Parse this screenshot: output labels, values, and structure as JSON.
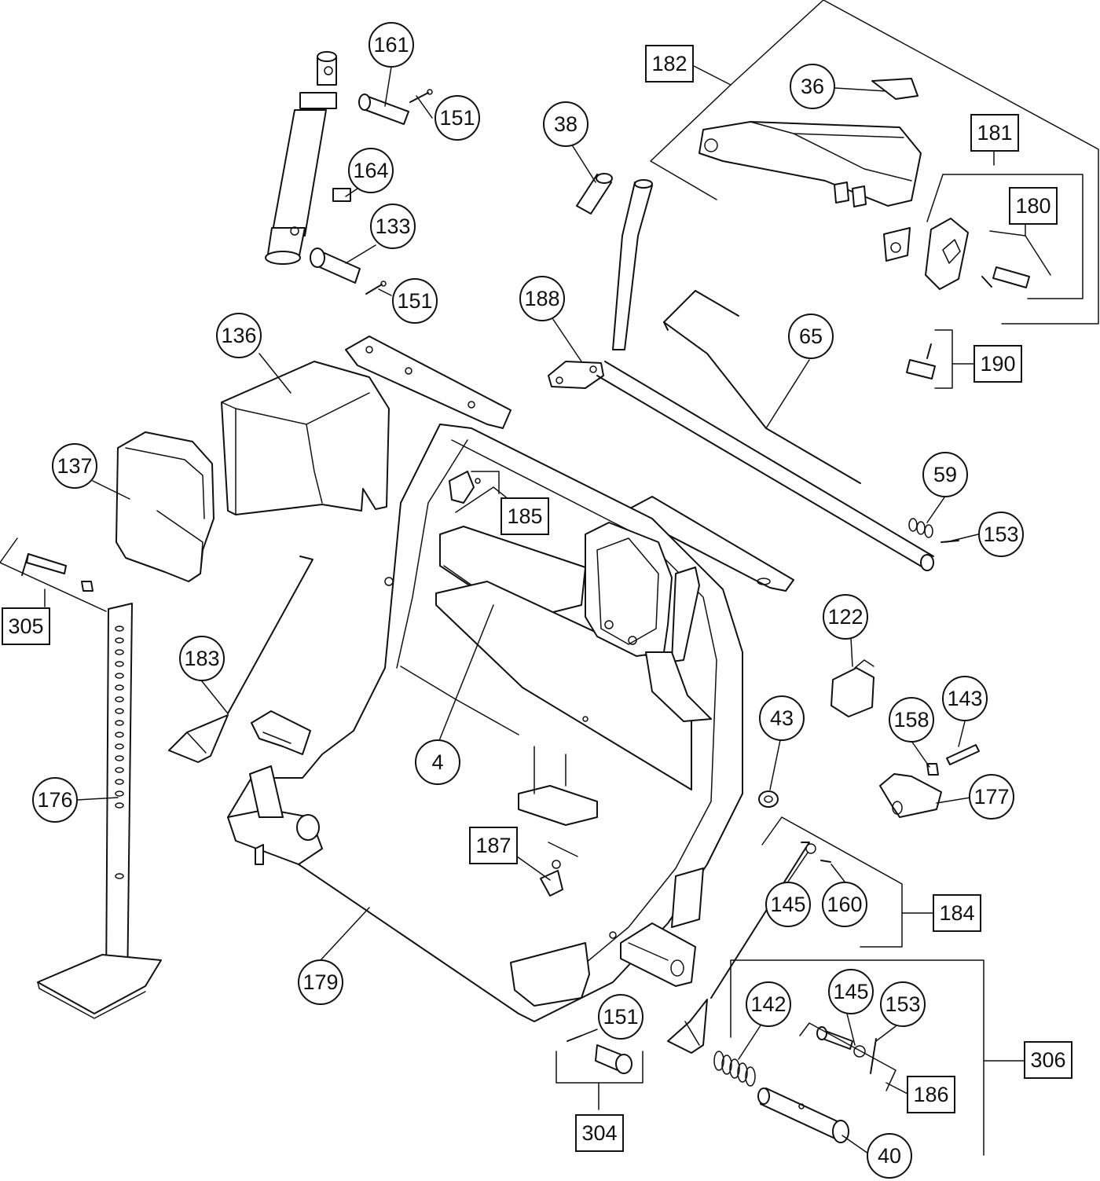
{
  "callouts": {
    "c161": "161",
    "c151a": "151",
    "c164": "164",
    "c133": "133",
    "c151b": "151",
    "c38": "38",
    "c182": "182",
    "c36": "36",
    "c181": "181",
    "c180": "180",
    "c190": "190",
    "c188": "188",
    "c65": "65",
    "c136": "136",
    "c137": "137",
    "c305": "305",
    "c185": "185",
    "c59": "59",
    "c153a": "153",
    "c122": "122",
    "c183": "183",
    "c143": "143",
    "c158": "158",
    "c43": "43",
    "c4": "4",
    "c176": "176",
    "c177": "177",
    "c187": "187",
    "c145a": "145",
    "c160": "160",
    "c184": "184",
    "c179": "179",
    "c151c": "151",
    "c142": "142",
    "c145b": "145",
    "c153b": "153",
    "c306": "306",
    "c186": "186",
    "c304": "304",
    "c40": "40"
  }
}
